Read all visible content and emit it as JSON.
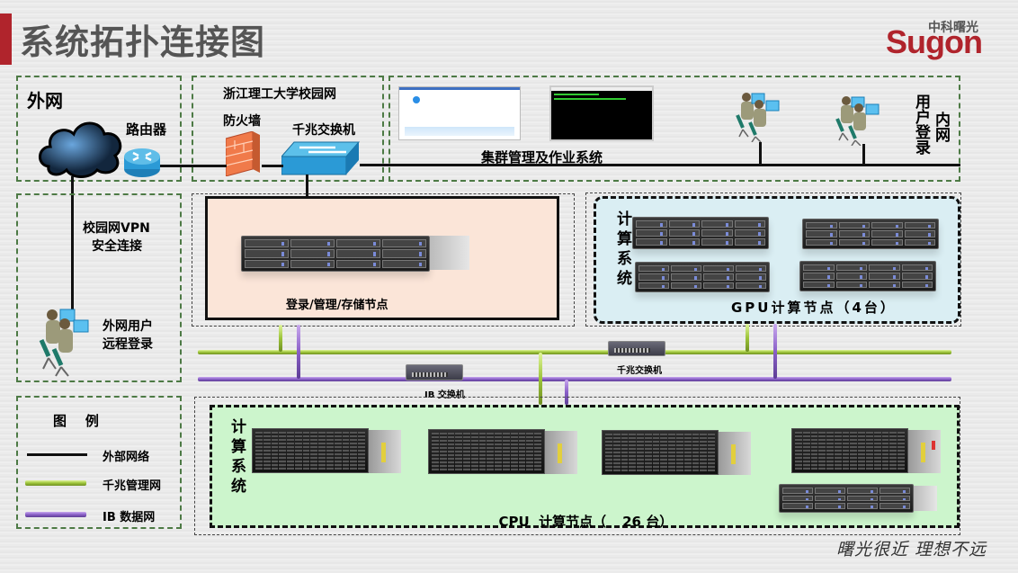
{
  "header": {
    "title": "系统拓扑连接图",
    "logo_cn": "中科曙光",
    "logo_en": "Sugon",
    "brand_color": "#b0242c"
  },
  "zones": {
    "external": {
      "title": "外网",
      "router_label": "路由器",
      "cloud_icon": "cloud-icon",
      "router_icon": "router-icon"
    },
    "campus": {
      "title": "浙江理工大学校园网",
      "firewall_label": "防火墙",
      "switch_label": "千兆交换机"
    },
    "management": {
      "label": "集群管理及作业系统"
    },
    "intranet_users": {
      "label_a": "用户登录",
      "label_b": "内网"
    },
    "vpn": {
      "line1": "校园网VPN",
      "line2": "安全连接",
      "users_line1": "外网用户",
      "users_line2": "远程登录"
    },
    "login_node": {
      "label": "登录/管理/存储节点",
      "bg_color": "#fbe5d8"
    },
    "gpu": {
      "side_label": "计算系统",
      "label": "GPU计算节点（4台）",
      "count": 4,
      "bg_color": "#daeef3"
    },
    "switches": {
      "gigabit_label": "千兆交换机",
      "ib_label": "IB 交换机"
    },
    "cpu": {
      "side_label": "计算系统",
      "label_prefix": "CPU  计算节点（",
      "count": "26",
      "label_suffix": " 台）",
      "bg_color": "#ccf5cc"
    }
  },
  "legend": {
    "title": "图    例",
    "items": [
      {
        "label": "外部网络",
        "color": "#111111"
      },
      {
        "label": "千兆管理网",
        "color": "#9dc43a"
      },
      {
        "label": "IB 数据网",
        "color": "#8a60c8"
      }
    ]
  },
  "footer": {
    "slogan": "曙光很近 理想不远"
  }
}
